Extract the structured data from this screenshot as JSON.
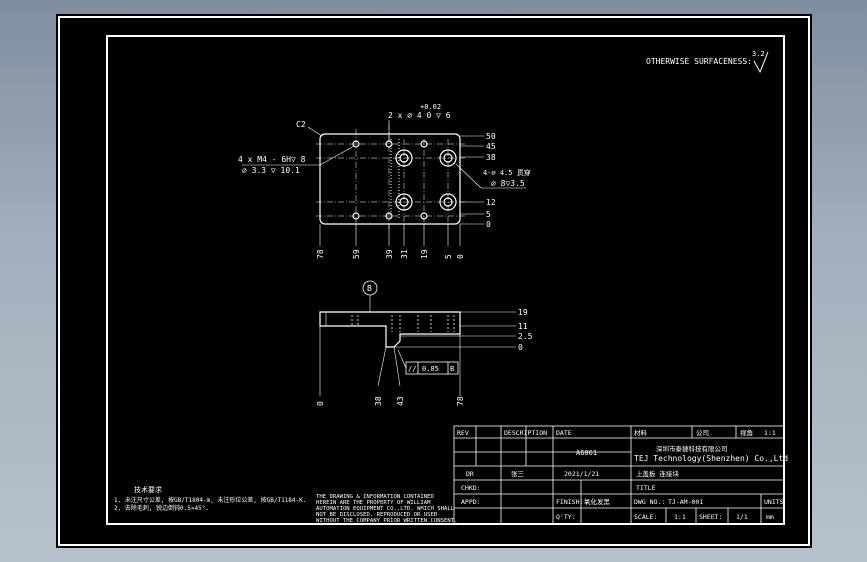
{
  "notes": {
    "surface": "OTHERWISE SURFACENESS:",
    "roughness": "3.2",
    "chamfer": "C2",
    "holes_callout_1": "4 x  M4 - 6H▽ 8",
    "holes_callout_2": "⌀ 3.3 ▽ 10.1",
    "top_callout": "2 x ⌀  4  0   ▽ 6",
    "tolerance": "+0.02",
    "tolerance2": "0",
    "cbore_1": "4-⌀ 4.5 贯穿",
    "cbore_2": "⌀ 8▽3.5",
    "datum": "B",
    "gdt_symbol": "//",
    "gdt_value": "0.05",
    "gdt_datum": "B",
    "tech_title": "技术要求",
    "tech_1": "1. 未注尺寸公差, 按GB/T1804-m, 未注形位公差, 按GB/T1184-K.",
    "tech_2": "2. 去除毛刺, 锐边倒钝0.5×45°.",
    "copyright": [
      "THE DRAWING & INFORMATION CONTAINED",
      "HEREIN ARE THE PROPERTY OF WILLIAM",
      "AUTOMATION EQUIPMENT CO.,LTD. WHICH SHALL",
      "NOT BE DISCLOSED, REPRODUCED OR USED",
      "WITHOUT THE COMPANY PRIOR WRITTEN CONSENT."
    ]
  },
  "dims_right_top": [
    "50",
    "45",
    "38",
    "12",
    "5",
    "0"
  ],
  "dims_bottom_top": [
    "78",
    "59",
    "39",
    "31",
    "19",
    "5",
    "0"
  ],
  "dims_right_side": [
    "19",
    "11",
    "2.5",
    "0"
  ],
  "dims_bottom_side": [
    "0",
    "38",
    "43",
    "78"
  ],
  "title_block": {
    "material": "A6061",
    "company_cn": "深圳市泰捷科技有限公司",
    "company_en": "TEJ Technology(Shenzhen) Co.,Ltd",
    "dr_label": "DR",
    "dr_name": "张三",
    "date": "2021/1/21",
    "part_name": "上盖板 连接块",
    "chkd": "CHKD:",
    "title_label": "TITLE",
    "appd": "APPD:",
    "finish_label": "FINISH:",
    "finish_value": "氧化发黑",
    "dwg_label": "DWG NO.:",
    "dwg_value": "TJ-AM-001",
    "units_label": "UNITS",
    "qty_label": "Q'TY:",
    "scale_label": "SCALE:",
    "scale_value": "1:1",
    "sheet_label": "SHEET:",
    "sheet_value": "1/1",
    "unit_value": "mm",
    "header_cells": [
      "REV",
      "DESCRIPTION",
      "DATE",
      "材料",
      "公司",
      "视角",
      "1:1"
    ]
  },
  "colors": {
    "background": "#000000",
    "line": "#ffffff",
    "frame_bg": "#a4b0bd"
  }
}
